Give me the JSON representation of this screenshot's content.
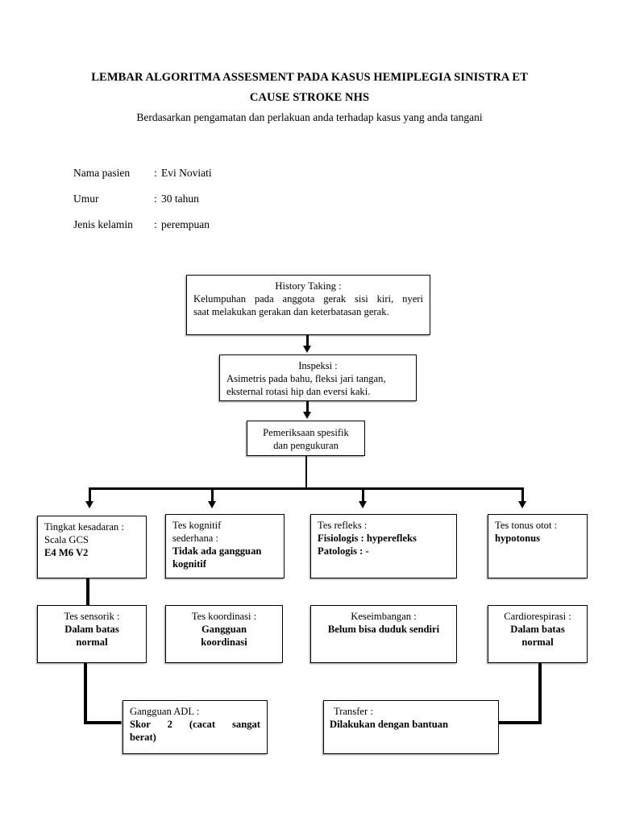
{
  "document": {
    "title_line1": "LEMBAR ALGORITMA ASSESMENT PADA KASUS HEMIPLEGIA SINISTRA ET",
    "title_line2": "CAUSE STROKE NHS",
    "subtitle": "Berdasarkan pengamatan dan perlakuan anda terhadap kasus yang anda tangani"
  },
  "patient": {
    "name_label": "Nama pasien",
    "name_sep": ":",
    "name_value": "Evi Noviati",
    "age_label": "Umur",
    "age_sep": ":",
    "age_value": "30 tahun",
    "sex_label": "Jenis kelamin",
    "sex_sep": ":",
    "sex_value": "perempuan"
  },
  "flowchart": {
    "history_taking": {
      "heading": "History Taking :",
      "body_line1": "Kelumpuhan pada anggota gerak sisi kiri, nyeri",
      "body_line2": "saat melakukan gerakan dan keterbatasan gerak."
    },
    "inspeksi": {
      "heading": "Inspeksi :",
      "body_line1": "Asimetris pada bahu, fleksi jari tangan,",
      "body_line2": "eksternal rotasi hip dan eversi kaki."
    },
    "pemeriksaan": {
      "line1": "Pemeriksaan spesifik",
      "line2": "dan pengukuran"
    },
    "row1": [
      {
        "name": "tingkat-kesadaran",
        "line1": "Tingkat kesadaran :",
        "line2": "Scala GCS",
        "line3": "E4 M6 V2"
      },
      {
        "name": "tes-kognitif",
        "line1": "Tes kognitif",
        "line2": "sederhana :",
        "line3": "Tidak ada gangguan",
        "line4": "kognitif"
      },
      {
        "name": "tes-refleks",
        "line1": "Tes refleks :",
        "line2": "Fisiologis : hyperefleks",
        "line3": "Patologis : -"
      },
      {
        "name": "tes-tonus-otot",
        "line1": "Tes tonus otot :",
        "line2": "hypotonus"
      }
    ],
    "row2": [
      {
        "name": "tes-sensorik",
        "line1": "Tes sensorik :",
        "line2": "Dalam batas",
        "line3": "normal"
      },
      {
        "name": "tes-koordinasi",
        "line1": "Tes koordinasi :",
        "line2": "Gangguan",
        "line3": "koordinasi"
      },
      {
        "name": "keseimbangan",
        "line1": "Keseimbangan :",
        "line2": "Belum bisa duduk sendiri"
      },
      {
        "name": "cardiorespirasi",
        "line1": "Cardiorespirasi :",
        "line2": "Dalam batas",
        "line3": "normal"
      }
    ],
    "row3": [
      {
        "name": "gangguan-adl",
        "line1": "Gangguan ADL :",
        "line2": "Skor 2 (cacat sangat",
        "line3": "berat)"
      },
      {
        "name": "transfer",
        "line1": "Transfer :",
        "line2": "Dilakukan dengan bantuan"
      }
    ]
  }
}
